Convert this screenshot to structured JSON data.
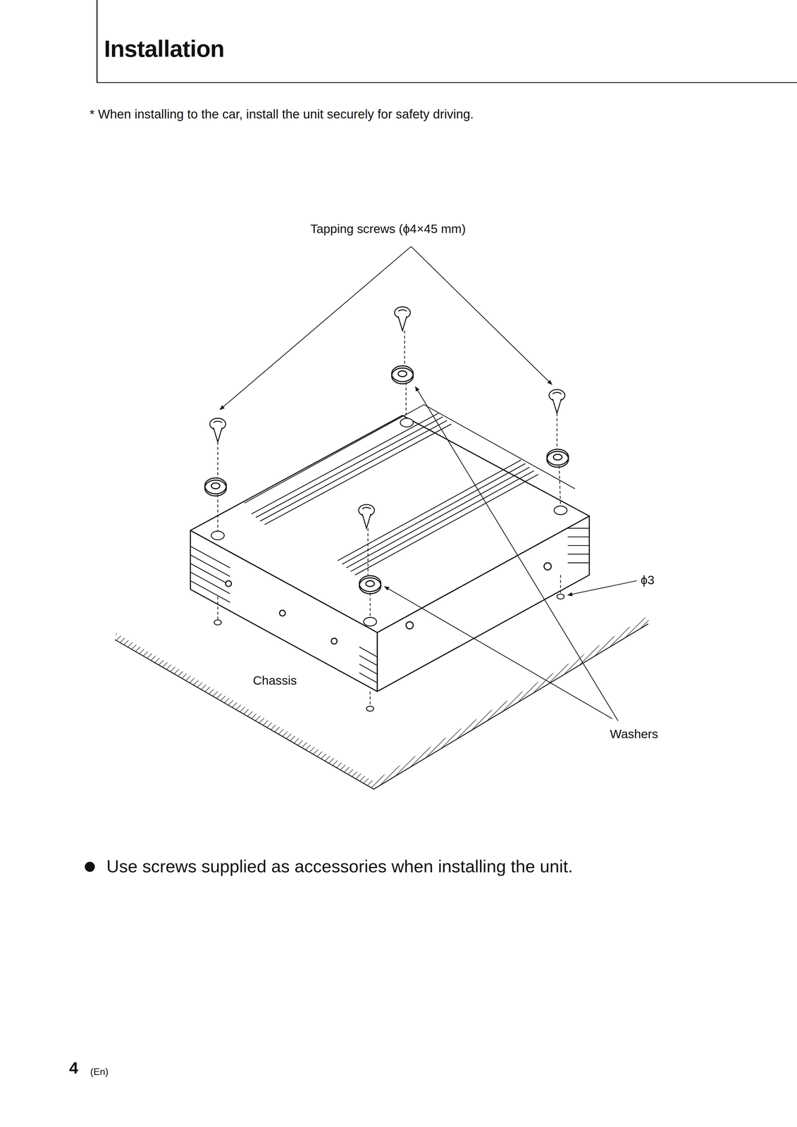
{
  "diagram": {
    "title": "Installation",
    "labels": [
      "* When installing to the car, install the unit securely for safety driving.",
      "Tapping screws (ϕ4×45 mm)",
      "ϕ3",
      "Chassis",
      "Washers",
      "Use screws supplied as accessories when installing the unit.",
      "4",
      "(En)"
    ]
  }
}
